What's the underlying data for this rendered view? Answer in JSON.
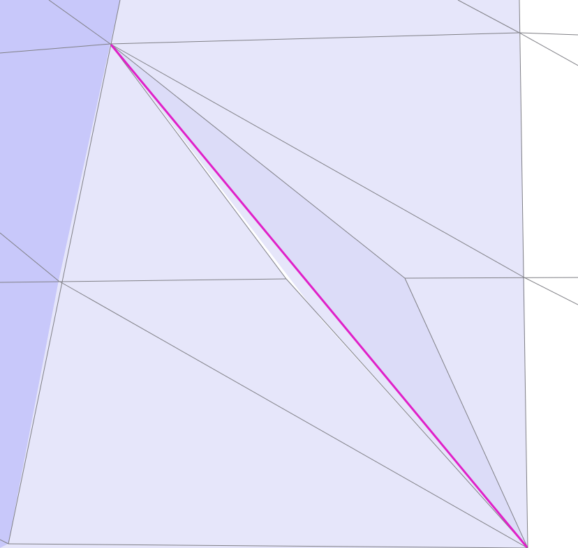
{
  "mesh_view": {
    "colors": {
      "background": "#ffffff",
      "dark_region": "#c8c8fa",
      "light_region": "#e6e6fa",
      "mid_region": "#dcdcf8",
      "edge": "#7f7f85",
      "highlight_edge": "#e020c8"
    },
    "layers": [
      "dark-strip-region",
      "light-mesh-region",
      "mid-sliver-region",
      "white-gap-sliver",
      "mesh-edges",
      "highlighted-diagonal-edge"
    ]
  }
}
